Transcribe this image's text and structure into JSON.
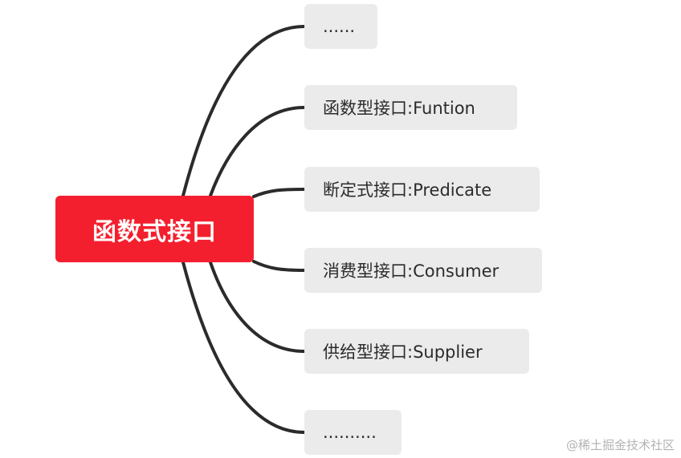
{
  "central": {
    "label": "函数式接口",
    "color": "#f41f2e"
  },
  "branches": [
    {
      "label": "......"
    },
    {
      "label": "函数型接口:Funtion"
    },
    {
      "label": "断定式接口:Predicate"
    },
    {
      "label": "消费型接口:Consumer"
    },
    {
      "label": "供给型接口:Supplier"
    },
    {
      "label": ".........."
    }
  ],
  "branch_color": "#ebebeb",
  "line_color": "#2b2b2b",
  "watermark": "@稀土掘金技术社区"
}
